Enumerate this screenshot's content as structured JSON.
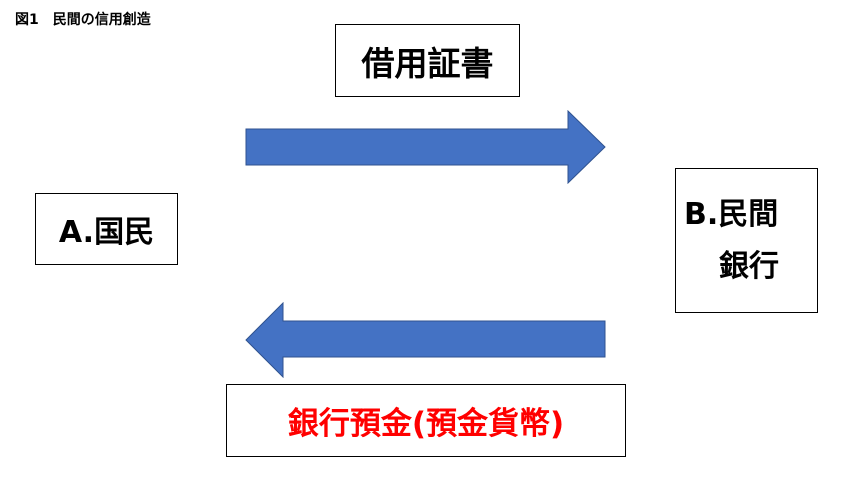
{
  "figure": {
    "title": "図1　民間の信用創造"
  },
  "nodes": {
    "credit_document": "借用証書",
    "party_a": "A.国民",
    "party_b_line1": "B.民間",
    "party_b_line2": "銀行",
    "bank_deposit": "銀行預金(預金貨幣)"
  },
  "colors": {
    "arrow": "#4472c4",
    "arrow_outline": "#2f528f",
    "deposit_text": "#ff0000",
    "text": "#000000"
  }
}
